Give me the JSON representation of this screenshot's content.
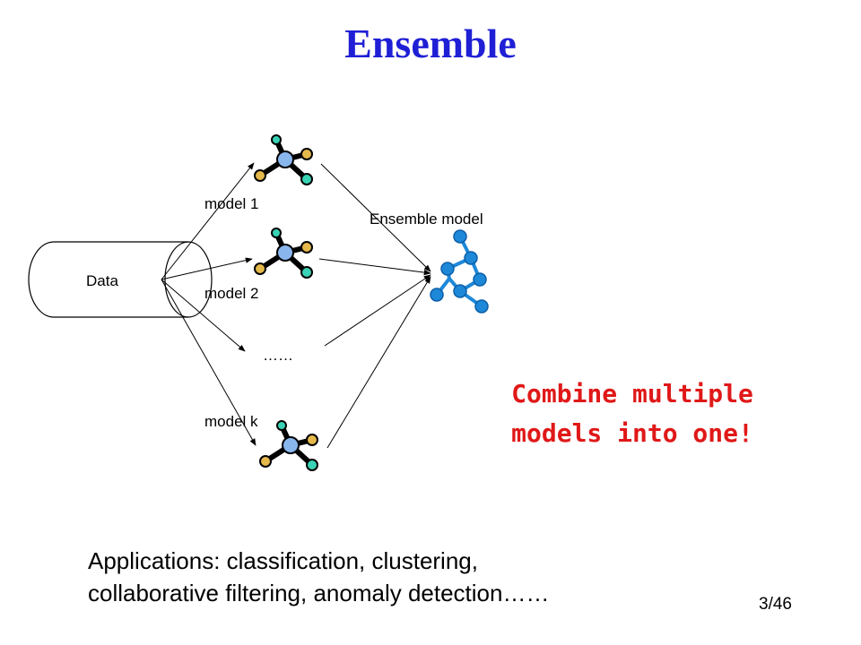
{
  "slide": {
    "title": "Ensemble",
    "page_number": "3/46"
  },
  "diagram": {
    "data_label": "Data",
    "ensemble_label": "Ensemble model",
    "models": [
      {
        "label": "model 1"
      },
      {
        "label": "model 2"
      },
      {
        "label": "……"
      },
      {
        "label": "model k"
      }
    ]
  },
  "callout": {
    "line1": "Combine multiple",
    "line2": "models into one!"
  },
  "applications": {
    "line1": "Applications: classification, clustering,",
    "line2": "collaborative filtering, anomaly detection……"
  },
  "colors": {
    "title": "#1f1fd6",
    "callout": "#e01818",
    "ensemble_node": "#1e88d8"
  }
}
